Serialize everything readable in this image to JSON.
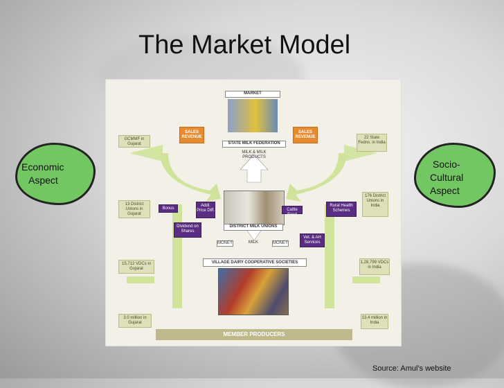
{
  "slide": {
    "title": "The Market Model",
    "source": "Source: Amul’s website"
  },
  "clouds": {
    "left_line1": "Economic",
    "left_line2": "Aspect",
    "right_line1": "Socio-",
    "right_line2": "Cultural",
    "right_line3": "Aspect"
  },
  "diagram": {
    "market": "MARKET",
    "sales_revenue_left": "SALES REVENUE",
    "sales_revenue_right": "SALES REVENUE",
    "state_federation": "STATE MILK FEDERATION",
    "milk_products": "MILK & MILK PRODUCTS",
    "gcmmf": "GCMMF in Gujarat",
    "state_fedns": "22 State Fedns. in India",
    "district_unions_gujarat": "13 District Unions in Gujarat",
    "bonus": "Bonus",
    "addl_price": "Addl. Price Diff.",
    "dividend": "Dividend on Shares",
    "district_milk_unions": "DISTRICT MILK UNIONS",
    "cattle_feed": "Cattle Feed",
    "rural_health": "Rural Health Schemes",
    "district_unions_india": "176 District Unions in India",
    "vet_ah": "Vet. & AH Services",
    "money_left": "MONEY",
    "milk_mid": "MILK",
    "money_right": "MONEY",
    "village_societies": "VILLAGE DAIRY COOPERATIVE SOCIETIES",
    "vdcs_gujarat": "15,712 VDCs in Gujarat",
    "vdcs_india": "1,28,799 VDCs in India",
    "million_gujarat": "3.0 million in Gujarat",
    "million_india": "13.4 million in India",
    "member_producers": "MEMBER PRODUCERS"
  },
  "colors": {
    "cloud_green": "#72c763",
    "arrow_green": "#cfe39a",
    "orange": "#e88a2f",
    "purple": "#5a2d82",
    "olive_box": "#dfe0b9",
    "member_bar": "#bdb98a"
  }
}
